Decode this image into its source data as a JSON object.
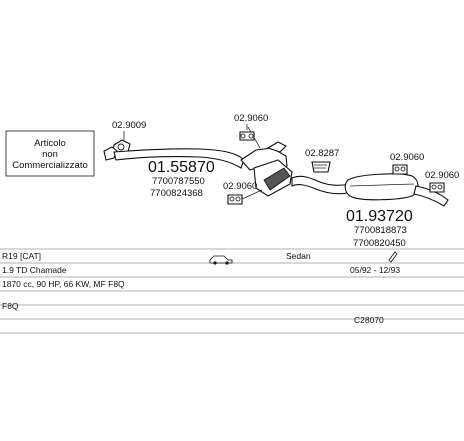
{
  "not_sold_box": {
    "line1": "Articolo",
    "line2": "non",
    "line3": "Commercializzato"
  },
  "parts": {
    "clamp_1": "02.9009",
    "front_pipe_number": "01.55870",
    "front_pipe_oem_1": "7700787550",
    "front_pipe_oem_2": "7700824368",
    "hanger_1": "02.9060",
    "hanger_2": "02.9060",
    "bracket": "02.8287",
    "hanger_3": "02.9060",
    "hanger_4": "02.9060",
    "rear_silencer_number": "01.93720",
    "rear_silencer_oem_1": "7700818873",
    "rear_silencer_oem_2": "7700820450"
  },
  "vehicle": {
    "model": "R19 [CAT]",
    "body": "Sedan",
    "variant": "1.9 TD Chamade",
    "years": "05/92 - 12/93",
    "engine": "1870 cc, 90 HP, 66 KW, MF F8Q",
    "engine_code": "F8Q",
    "catalog_code": "C28070"
  },
  "icons": {
    "car": "sedan-car-icon"
  }
}
